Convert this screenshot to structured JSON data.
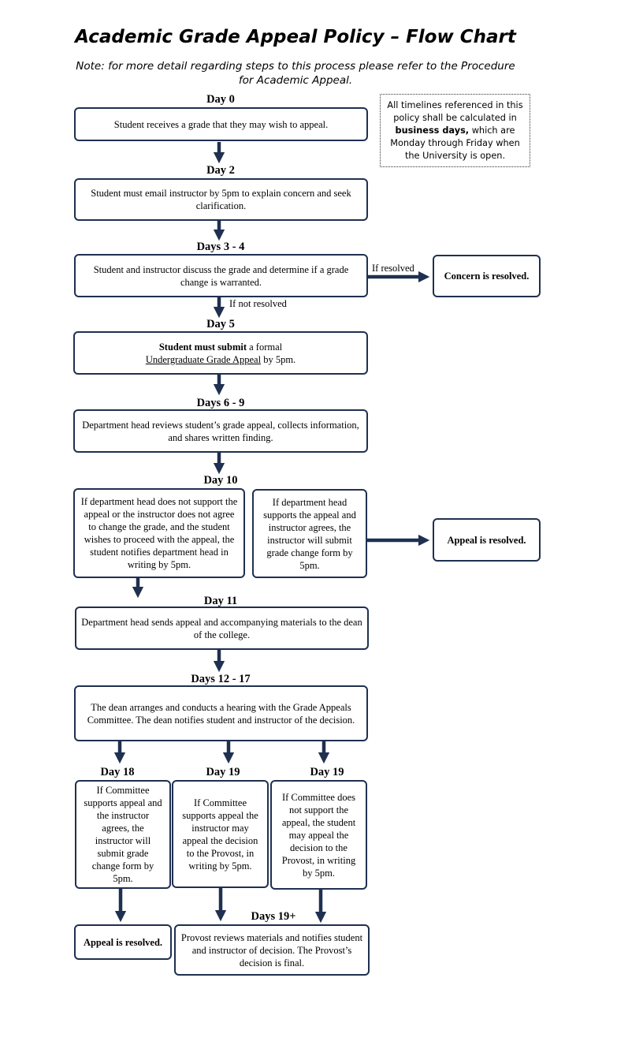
{
  "title": "Academic Grade Appeal Policy – Flow Chart",
  "note": "Note: for more detail regarding steps to this process please refer to the Procedure for Academic Appeal.",
  "timeline_note": {
    "before": "All timelines referenced in this policy shall be calculated in",
    "bold": "business days,",
    "after": "which are Monday through Friday when the University is open."
  },
  "days": {
    "d0": "Day 0",
    "d2": "Day 2",
    "d3": "Days 3 - 4",
    "d5": "Day 5",
    "d6": "Days 6 - 9",
    "d10": "Day 10",
    "d11": "Day 11",
    "d12": "Days 12 - 17",
    "d18": "Day 18",
    "d19a": "Day 19",
    "d19b": "Day 19",
    "d19plus": "Days 19+"
  },
  "steps": {
    "receive": "Student receives a grade that they may wish to appeal.",
    "email": "Student must email instructor by 5pm to explain concern and seek clarification.",
    "discuss": "Student and instructor discuss the grade and determine if a grade change is warranted.",
    "concern_resolved": "Concern is resolved.",
    "submit": {
      "bold": "Student must submit",
      "rest": "a formal",
      "link": "Undergraduate Grade Appeal",
      "tail": "by 5pm."
    },
    "review": "Department head reviews student’s grade appeal, collects information, and shares written finding.",
    "not_support": "If department head does not support the appeal or the instructor does not agree to change the grade, and the student wishes to proceed with the appeal, the student notifies department head in writing by 5pm.",
    "support": "If department head supports the appeal and instructor agrees, the instructor will submit grade change form by 5pm.",
    "appeal_resolved_1": "Appeal is resolved.",
    "send_dean": "Department head sends appeal and accompanying materials to the dean of the college.",
    "hearing": "The dean arranges and conducts a hearing with the Grade Appeals Committee. The dean notifies student and instructor of the decision.",
    "committee_supports": "If Committee supports appeal and the instructor agrees, the instructor will submit grade change form by 5pm.",
    "instructor_appeal": "If Committee supports appeal the instructor may appeal the decision to the Provost, in writing by 5pm.",
    "student_appeal": "If Committee does not support the appeal, the student may appeal the decision to the Provost, in writing by 5pm.",
    "appeal_resolved_2": "Appeal is resolved.",
    "provost": "Provost reviews materials and notifies student and instructor of decision. The Provost’s decision is final."
  },
  "labels": {
    "if_resolved": "If resolved",
    "if_not_resolved": "If not resolved"
  },
  "colors": {
    "arrow": "#1f3050",
    "border": "#1f3050"
  }
}
